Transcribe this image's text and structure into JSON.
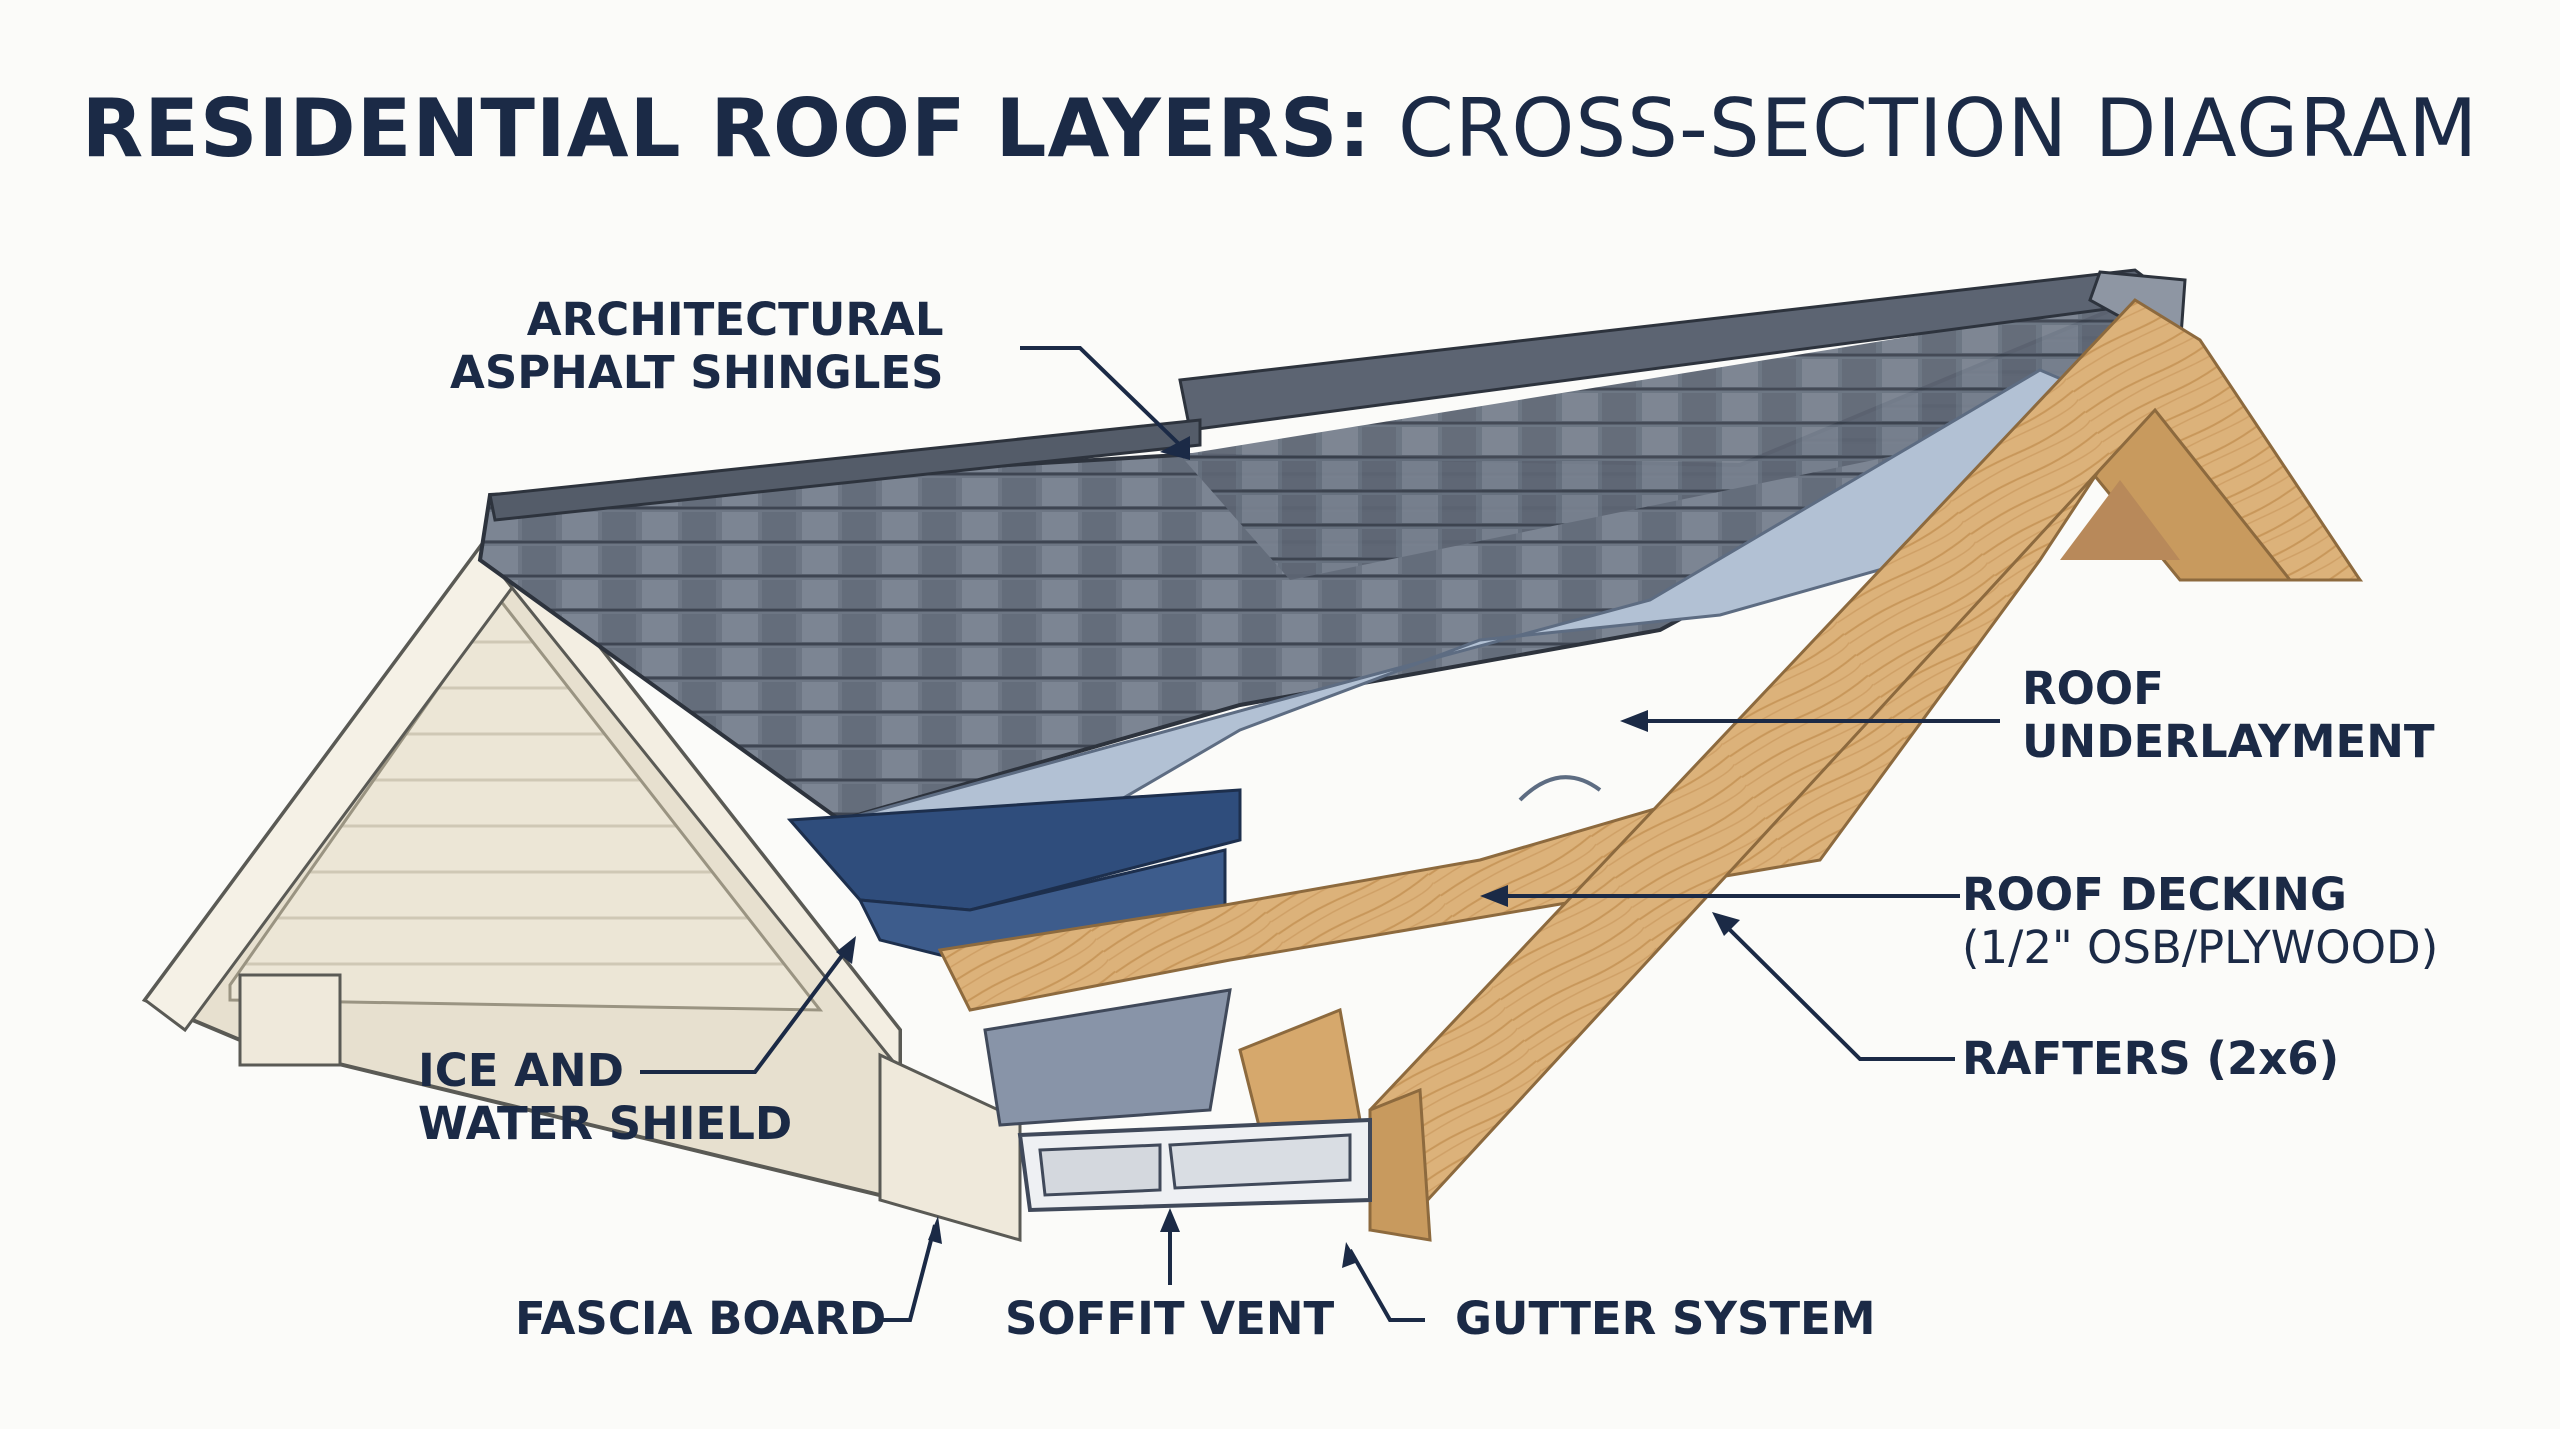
{
  "title": {
    "bold": "RESIDENTIAL ROOF LAYERS:",
    "regular": "CROSS-SECTION DIAGRAM"
  },
  "labels": {
    "shingles": [
      "ARCHITECTURAL",
      "ASPHALT SHINGLES"
    ],
    "underlayment": [
      "ROOF",
      "UNDERLAYMENT"
    ],
    "decking": [
      "ROOF DECKING",
      "(1/2\" OSB/PLYWOOD)"
    ],
    "rafters": "RAFTERS (2x6)",
    "ice_shield": [
      "ICE AND",
      "WATER SHIELD"
    ],
    "fascia": "FASCIA BOARD",
    "soffit": "SOFFIT VENT",
    "gutter": "GUTTER SYSTEM"
  },
  "colors": {
    "text": "#1b2a46",
    "shingle": "#6d7684",
    "shingle_dark": "#4e5663",
    "underlayment": "#aebdd0",
    "ice_shield": "#2f4d7c",
    "wood": "#dcb27a",
    "wood_dark": "#c89a5e",
    "gable": "#ece7da",
    "gable_trim": "#f5f1e6"
  }
}
